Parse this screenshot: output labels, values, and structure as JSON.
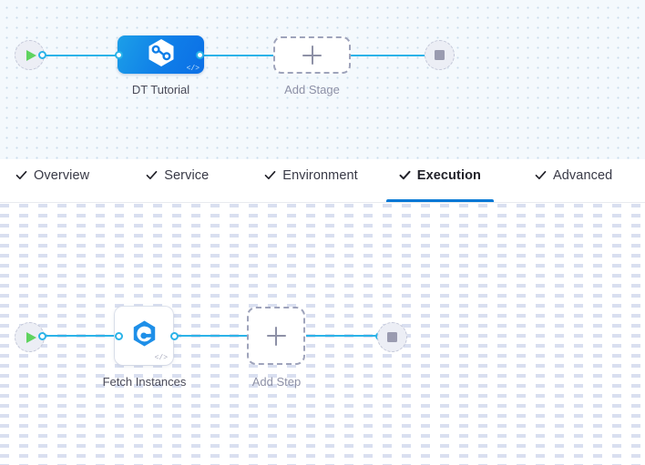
{
  "stage_canvas": {
    "start_node": {
      "icon": "play-icon",
      "title": "Start"
    },
    "end_node": {
      "icon": "stop-icon",
      "title": "End"
    },
    "stage": {
      "label": "DT Tutorial",
      "icon": "pipeline-hexagon-icon",
      "code_badge": "</>"
    },
    "add_stage": {
      "label": "Add Stage",
      "icon": "plus-icon"
    }
  },
  "tabs": {
    "items": [
      {
        "label": "Overview",
        "icon": "check-icon",
        "active": false
      },
      {
        "label": "Service",
        "icon": "check-icon",
        "active": false
      },
      {
        "label": "Environment",
        "icon": "check-icon",
        "active": false
      },
      {
        "label": "Execution",
        "icon": "check-icon",
        "active": true
      },
      {
        "label": "Advanced",
        "icon": "check-icon",
        "active": false
      }
    ],
    "active_index": 3,
    "active_underline_color": "#0278d5"
  },
  "step_canvas": {
    "start_node": {
      "icon": "play-icon",
      "title": "Start"
    },
    "end_node": {
      "icon": "stop-icon",
      "title": "End"
    },
    "step": {
      "label": "Fetch Instances",
      "icon": "shell-script-hexagon-icon",
      "code_badge": "</>"
    },
    "add_step": {
      "label": "Add Step",
      "icon": "plus-icon"
    }
  },
  "colors": {
    "connector": "#2bb3e8",
    "stage_node_blue": "#0f7ee8",
    "accent": "#0278d5",
    "play_green": "#5fd35f",
    "stop_gray": "#9a9bb0",
    "muted_text": "#8d90a6",
    "primary_text": "#4a4a58"
  }
}
